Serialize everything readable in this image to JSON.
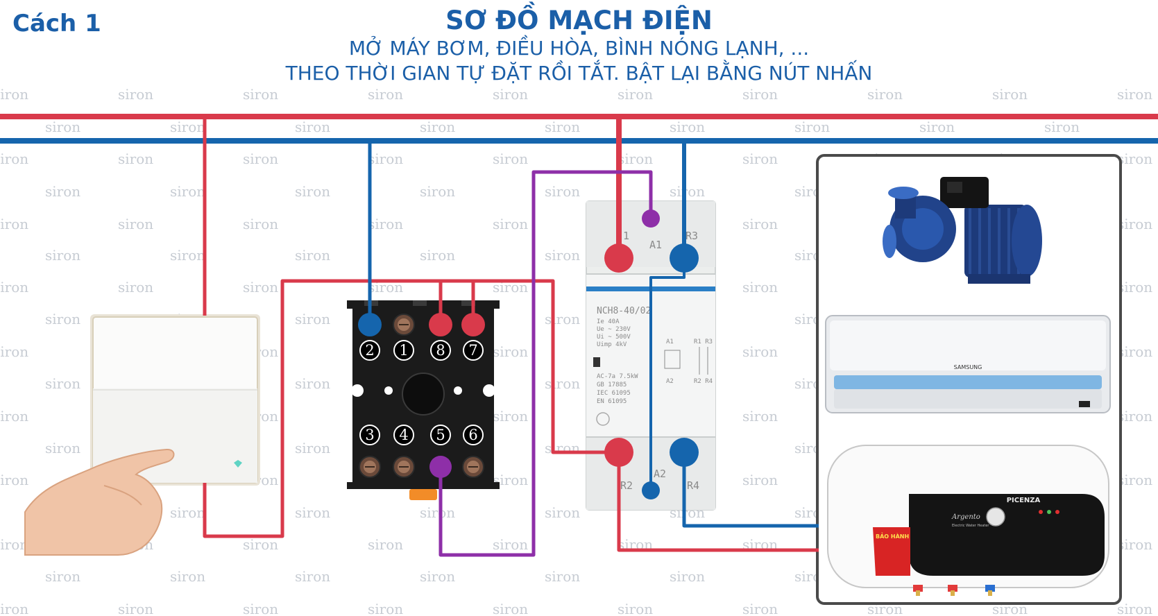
{
  "header": {
    "label": "Cách 1",
    "title": "SƠ ĐỒ MẠCH ĐIỆN",
    "subtitle_1": "MỞ MÁY BƠM, ĐIỀU HÒA, BÌNH NÓNG LẠNH, ...",
    "subtitle_2": "THEO THỜI GIAN TỰ ĐẶT RỒI TẮT. BẬT LẠI BẰNG NÚT NHẤN"
  },
  "watermark": "siron",
  "colors": {
    "live": "#d93a4b",
    "neutral": "#1565ad",
    "control": "#8e2fa8",
    "heading": "#1b5fa8"
  },
  "relay_socket": {
    "top_terminals": [
      "2",
      "1",
      "8",
      "7"
    ],
    "bottom_terminals": [
      "3",
      "4",
      "5",
      "6"
    ]
  },
  "contactor": {
    "model": "NCH8-40/02",
    "terminals": {
      "l1": "1",
      "a1": "A1",
      "r3": "R3",
      "r2": "R2",
      "a2": "A2",
      "r4": "R4"
    },
    "specs": [
      "Ie      40A",
      "Ue ~   230V",
      "Ui ~   500V",
      "Uimp    4kV"
    ],
    "standards": [
      "AC-7a   7.5kW",
      "GB 17885",
      "IEC 61095",
      "EN 61095"
    ],
    "symbol_labels": {
      "a1": "A1",
      "r1r3": "R1 R3",
      "a2": "A2",
      "r2r4": "R2 R4"
    }
  },
  "loads": {
    "ac_brand": "SAMSUNG",
    "heater_brand": "PICENZA",
    "heater_model": "Argento",
    "heater_tagline": "Electric Water Heater",
    "heater_warranty": "BẢO HÀNH"
  }
}
